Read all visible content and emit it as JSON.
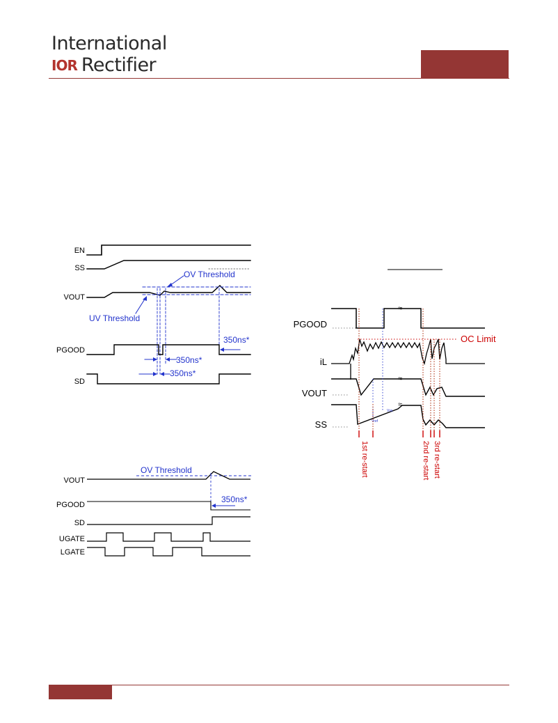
{
  "header": {
    "logo_line1": "International",
    "logo_mark": "IOR",
    "logo_line2": "Rectifier",
    "colors": {
      "accent": "#943634",
      "logo_red": "#b3342e"
    }
  },
  "diagram_ov_uv": {
    "signals": [
      "EN",
      "SS",
      "VOUT",
      "PGOOD",
      "SD"
    ],
    "ov_threshold": "OV Threshold",
    "uv_threshold": "UV Threshold",
    "delay_1": "350ns*",
    "delay_2": "350ns*",
    "delay_3": "350ns*"
  },
  "diagram_ovp": {
    "signals": [
      "VOUT",
      "PGOOD",
      "SD",
      "UGATE",
      "LGATE"
    ],
    "ov_threshold": "OV Threshold",
    "delay": "350ns*"
  },
  "diagram_ocp": {
    "signals": [
      "PGOOD",
      "iL",
      "VOUT",
      "SS"
    ],
    "oc_limit": "OC Limit",
    "vref_label": "Vref",
    "vss_label": "Vss",
    "restarts": [
      "1st re-start",
      "2nd re-start",
      "3rd re-start"
    ],
    "colors": {
      "marker": "#cc0000",
      "guide": "#2233cc"
    }
  }
}
